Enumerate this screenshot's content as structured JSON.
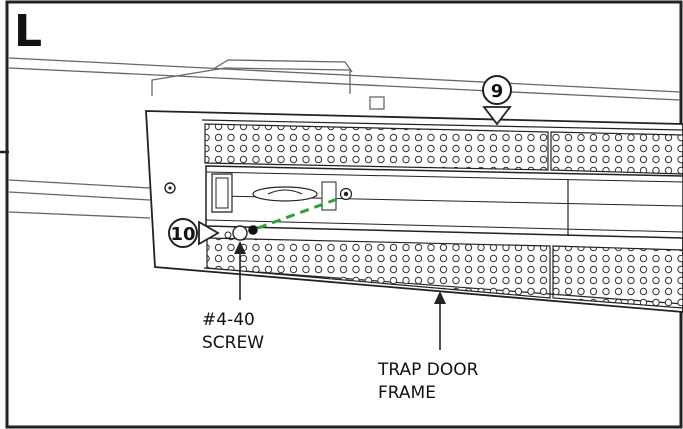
{
  "panel": {
    "letter": "L"
  },
  "steps": [
    {
      "number": "9"
    },
    {
      "number": "10"
    }
  ],
  "labels": {
    "screw_line1": "#4-40",
    "screw_line2": "SCREW",
    "frame_line1": "TRAP DOOR",
    "frame_line2": "FRAME"
  },
  "colors": {
    "line": "#222222",
    "accent": "#2e9e3e",
    "background": "#ffffff"
  }
}
